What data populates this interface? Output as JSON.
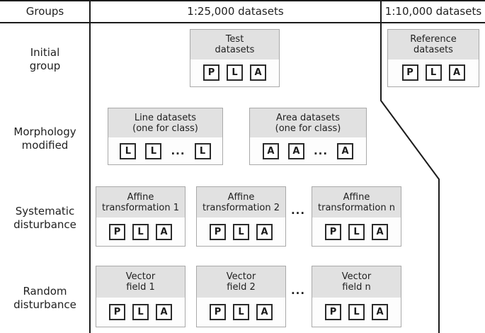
{
  "header": {
    "groups_label": "Groups",
    "col1_label": "1:25,000 datasets",
    "col2_label": "1:10,000 datasets"
  },
  "rows": [
    {
      "line1": "Initial",
      "line2": "group"
    },
    {
      "line1": "Morphology",
      "line2": "modified"
    },
    {
      "line1": "Systematic",
      "line2": "disturbance"
    },
    {
      "line1": "Random",
      "line2": "disturbance"
    }
  ],
  "boxes": {
    "test": {
      "title_line1": "Test",
      "title_line2": "datasets",
      "items": [
        "P",
        "L",
        "A"
      ]
    },
    "reference": {
      "title_line1": "Reference",
      "title_line2": "datasets",
      "items": [
        "P",
        "L",
        "A"
      ]
    },
    "line": {
      "title_line1": "Line datasets",
      "title_line2": "(one for class)",
      "items": [
        "L",
        "L",
        "...",
        "L"
      ]
    },
    "area": {
      "title_line1": "Area datasets",
      "title_line2": "(one for class)",
      "items": [
        "A",
        "A",
        "...",
        "A"
      ]
    },
    "affine1": {
      "title_line1": "Affine",
      "title_line2": "transformation 1",
      "items": [
        "P",
        "L",
        "A"
      ]
    },
    "affine2": {
      "title_line1": "Affine",
      "title_line2": "transformation 2",
      "items": [
        "P",
        "L",
        "A"
      ]
    },
    "affine_n": {
      "title_line1": "Affine",
      "title_line2": "transformation n",
      "items": [
        "P",
        "L",
        "A"
      ]
    },
    "vector1": {
      "title_line1": "Vector",
      "title_line2": "field 1",
      "items": [
        "P",
        "L",
        "A"
      ]
    },
    "vector2": {
      "title_line1": "Vector",
      "title_line2": "field 2",
      "items": [
        "P",
        "L",
        "A"
      ]
    },
    "vector_n": {
      "title_line1": "Vector",
      "title_line2": "field n",
      "items": [
        "P",
        "L",
        "A"
      ]
    }
  },
  "ellipsis": "...",
  "colors": {
    "line": "#1c1c1c",
    "box_border": "#a9a9a9",
    "box_header_fill": "#e1e1e1",
    "chip_border": "#2b2b2b",
    "text": "#1f1f1f"
  }
}
